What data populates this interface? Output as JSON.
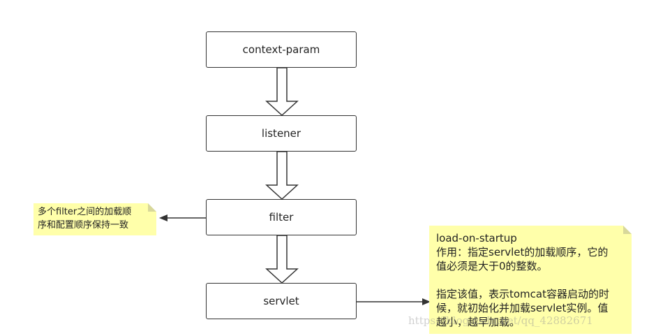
{
  "nodes": {
    "context_param": "context-param",
    "listener": "listener",
    "filter": "filter",
    "servlet": "servlet"
  },
  "notes": {
    "filter_note": {
      "line1": "多个filter之间的加载顺",
      "line2": "序和配置顺序保持一致"
    },
    "servlet_note": {
      "line1": "load-on-startup",
      "line2": "作用：指定servlet的加载顺序，它的",
      "line3": "值必须是大于0的整数。",
      "line4": "指定该值，表示tomcat容器启动的时",
      "line5": "候，就初始化并加载servlet实例。值",
      "line6": "越小，越早加载。"
    }
  },
  "watermark": "https://blog.csdn.net/qq_42882671",
  "colors": {
    "note_bg": "#ffffaa",
    "stroke": "#333333"
  }
}
